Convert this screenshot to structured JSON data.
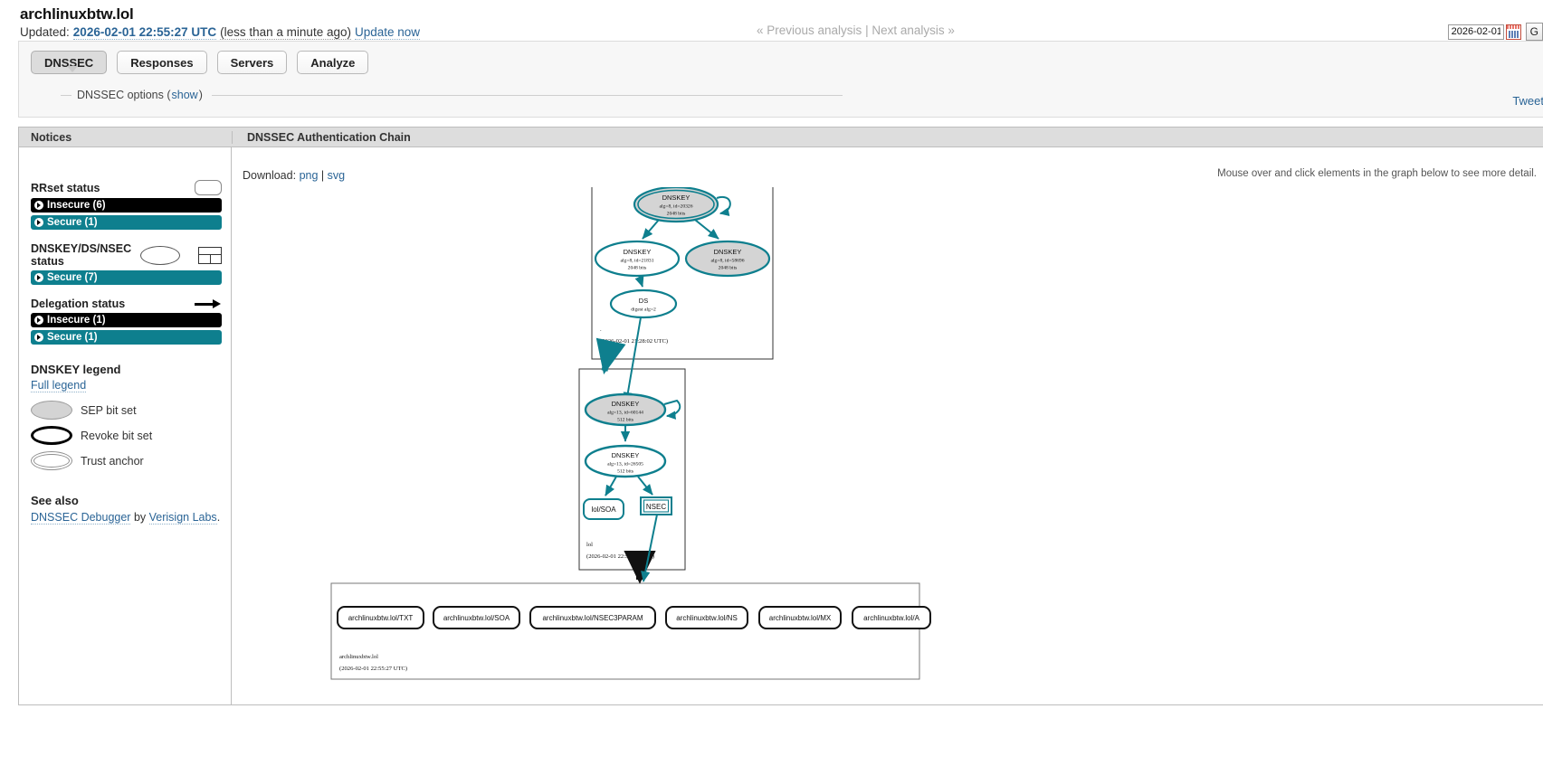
{
  "header": {
    "title": "archlinuxbtw.lol",
    "updated_label": "Updated:",
    "updated_time": "2026-02-01 22:55:27 UTC",
    "updated_relative": "(less than a minute ago)",
    "update_now": "Update now",
    "prev_analysis": "« Previous analysis",
    "nav_sep": "|",
    "next_analysis": "Next analysis »",
    "date_value": "2026-02-01",
    "date_icon": "calendar-icon",
    "go_label": "G"
  },
  "tabs": {
    "items": [
      {
        "label": "DNSSEC",
        "active": true
      },
      {
        "label": "Responses",
        "active": false
      },
      {
        "label": "Servers",
        "active": false
      },
      {
        "label": "Analyze",
        "active": false
      }
    ],
    "options_label": "DNSSEC options (",
    "options_link": "show",
    "options_close": ")",
    "tweet": "Tweet"
  },
  "panel": {
    "notices_header": "Notices",
    "chain_header": "DNSSEC Authentication Chain",
    "download_label": "Download:",
    "download_png": "png",
    "download_sep": "|",
    "download_svg": "svg",
    "mouse_hint": "Mouse over and click elements in the graph below to see more detail."
  },
  "sidebar": {
    "groups": [
      {
        "title": "RRset status",
        "shape": "rounded-rect-icon",
        "rows": [
          {
            "label": "Insecure (6)",
            "kind": "insecure"
          },
          {
            "label": "Secure (1)",
            "kind": "secure"
          }
        ]
      },
      {
        "title": "DNSKEY/DS/NSEC status",
        "shape": "ellipse-and-table-icon",
        "rows": [
          {
            "label": "Secure (7)",
            "kind": "secure"
          }
        ]
      },
      {
        "title": "Delegation status",
        "shape": "arrow-icon",
        "rows": [
          {
            "label": "Insecure (1)",
            "kind": "insecure"
          },
          {
            "label": "Secure (1)",
            "kind": "secure"
          }
        ]
      }
    ],
    "legend": {
      "title": "DNSKEY legend",
      "full_legend": "Full legend",
      "items": [
        {
          "label": "SEP bit set",
          "shape": "sep-ellipse-icon"
        },
        {
          "label": "Revoke bit set",
          "shape": "revoke-ellipse-icon"
        },
        {
          "label": "Trust anchor",
          "shape": "trust-anchor-ellipse-icon"
        }
      ]
    },
    "see_also": {
      "title": "See also",
      "link1": "DNSSEC Debugger",
      "mid": " by ",
      "link2": "Verisign Labs",
      "end": "."
    }
  },
  "graph": {
    "accent": "#0e7f8e",
    "sep_fill": "#d4d4d4",
    "clusters": [
      {
        "name": ".",
        "timestamp": "(2026-02-01 21:28:02 UTC)"
      },
      {
        "name": "lol",
        "timestamp": "(2026-02-01 22:55:22 UTC)"
      },
      {
        "name": "archlinuxbtw.lol",
        "timestamp": "(2026-02-01 22:55:27 UTC)"
      }
    ],
    "root_nodes": [
      {
        "type": "DNSKEY",
        "line2": "alg=8, id=20326",
        "line3": "2048 bits",
        "sep": true,
        "trust_anchor": true
      },
      {
        "type": "DNSKEY",
        "line2": "alg=8, id=21831",
        "line3": "2048 bits",
        "sep": false,
        "trust_anchor": false
      },
      {
        "type": "DNSKEY",
        "line2": "alg=8, id=58696",
        "line3": "2048 bits",
        "sep": true,
        "trust_anchor": false
      },
      {
        "type": "DS",
        "line2": "digest alg=2",
        "line3": "",
        "sep": false,
        "trust_anchor": false
      }
    ],
    "lol_nodes": [
      {
        "type": "DNSKEY",
        "line2": "alg=13, id=60144",
        "line3": "512 bits",
        "sep": true
      },
      {
        "type": "DNSKEY",
        "line2": "alg=13, id=26505",
        "line3": "512 bits",
        "sep": false
      },
      {
        "type": "lol/SOA",
        "line2": "",
        "line3": "",
        "sep": false
      },
      {
        "type": "NSEC",
        "line2": "",
        "line3": "",
        "sep": false
      }
    ],
    "rrsets": [
      "archlinuxbtw.lol/TXT",
      "archlinuxbtw.lol/SOA",
      "archlinuxbtw.lol/NSEC3PARAM",
      "archlinuxbtw.lol/NS",
      "archlinuxbtw.lol/MX",
      "archlinuxbtw.lol/A"
    ]
  }
}
